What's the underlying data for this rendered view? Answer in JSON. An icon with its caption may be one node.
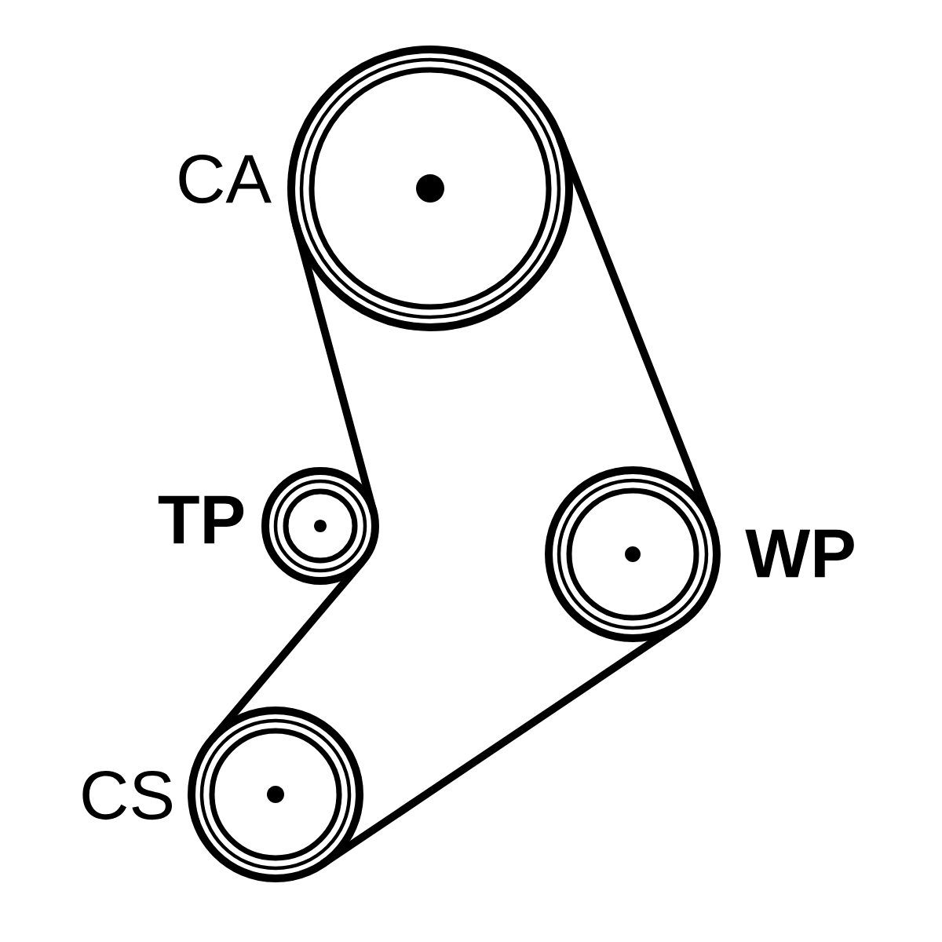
{
  "diagram": {
    "nodes": [
      {
        "text": [],
        "shape": "circle",
        "beside": [
          "CA"
        ]
      },
      {
        "text": [],
        "shape": "circle",
        "beside": [
          "TP"
        ]
      },
      {
        "text": [],
        "shape": "circle",
        "beside": [
          "WP"
        ]
      },
      {
        "text": [],
        "shape": "circle",
        "beside": [
          "CS"
        ]
      }
    ],
    "edges": [
      {
        "from": 0,
        "to": 2,
        "arrow": "none"
      },
      {
        "from": 2,
        "to": 3,
        "arrow": "none"
      },
      {
        "from": 3,
        "to": 1,
        "arrow": "none"
      },
      {
        "from": 1,
        "to": 0,
        "arrow": "none"
      }
    ]
  }
}
